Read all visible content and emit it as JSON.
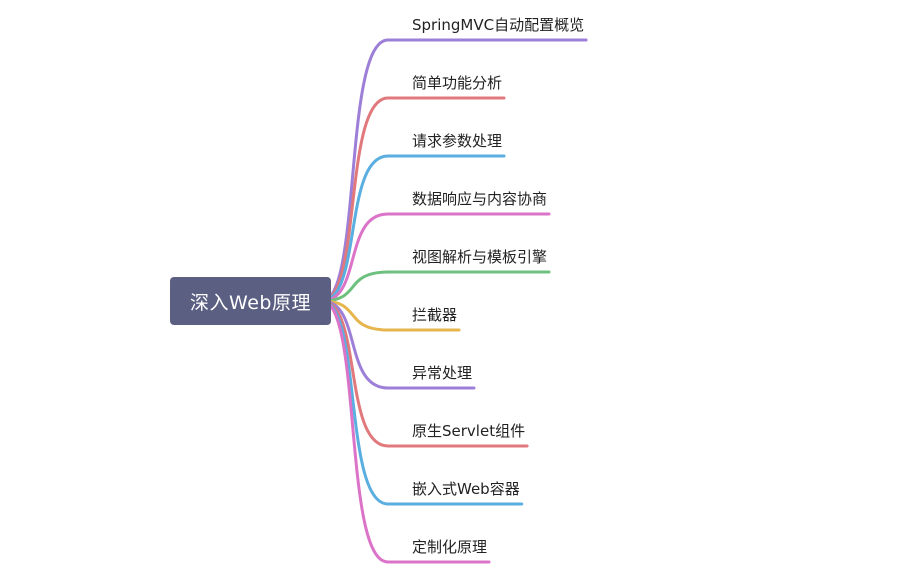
{
  "root": {
    "label": "深入Web原理"
  },
  "branches": [
    {
      "label": "SpringMVC自动配置概览",
      "color": "#9d7fd8"
    },
    {
      "label": "简单功能分析",
      "color": "#e0787c"
    },
    {
      "label": "请求参数处理",
      "color": "#5aaee0"
    },
    {
      "label": "数据响应与内容协商",
      "color": "#db74c8"
    },
    {
      "label": "视图解析与模板引擎",
      "color": "#6ec07f"
    },
    {
      "label": "拦截器",
      "color": "#e6b54d"
    },
    {
      "label": "异常处理",
      "color": "#9d7fd8"
    },
    {
      "label": "原生Servlet组件",
      "color": "#e0787c"
    },
    {
      "label": "嵌入式Web容器",
      "color": "#5aaee0"
    },
    {
      "label": "定制化原理",
      "color": "#db74c8"
    }
  ]
}
